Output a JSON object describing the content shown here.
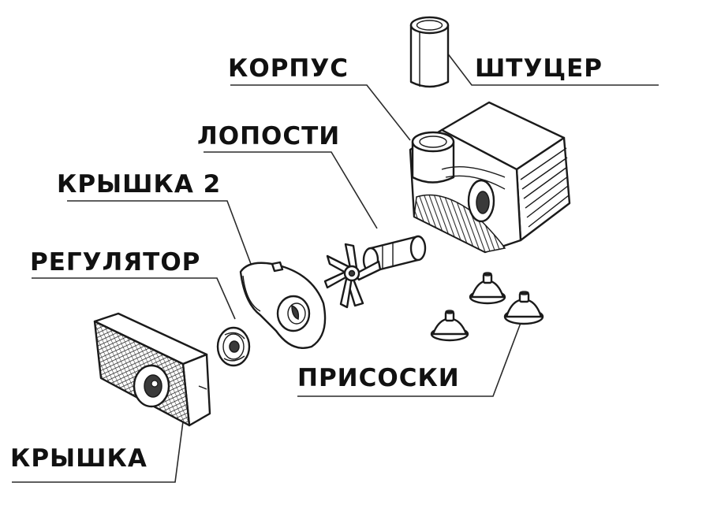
{
  "labels": {
    "korpus": "КОРПУС",
    "shtutser": "ШТУЦЕР",
    "lopasti": "ЛОПОСТИ",
    "kryshka2": "КРЫШКА 2",
    "regulyator": "РЕГУЛЯТОР",
    "prisoski": "ПРИСОСКИ",
    "kryshka": "КРЫШКА"
  },
  "colors": {
    "ink": "#1a1a1a",
    "background": "#ffffff"
  }
}
